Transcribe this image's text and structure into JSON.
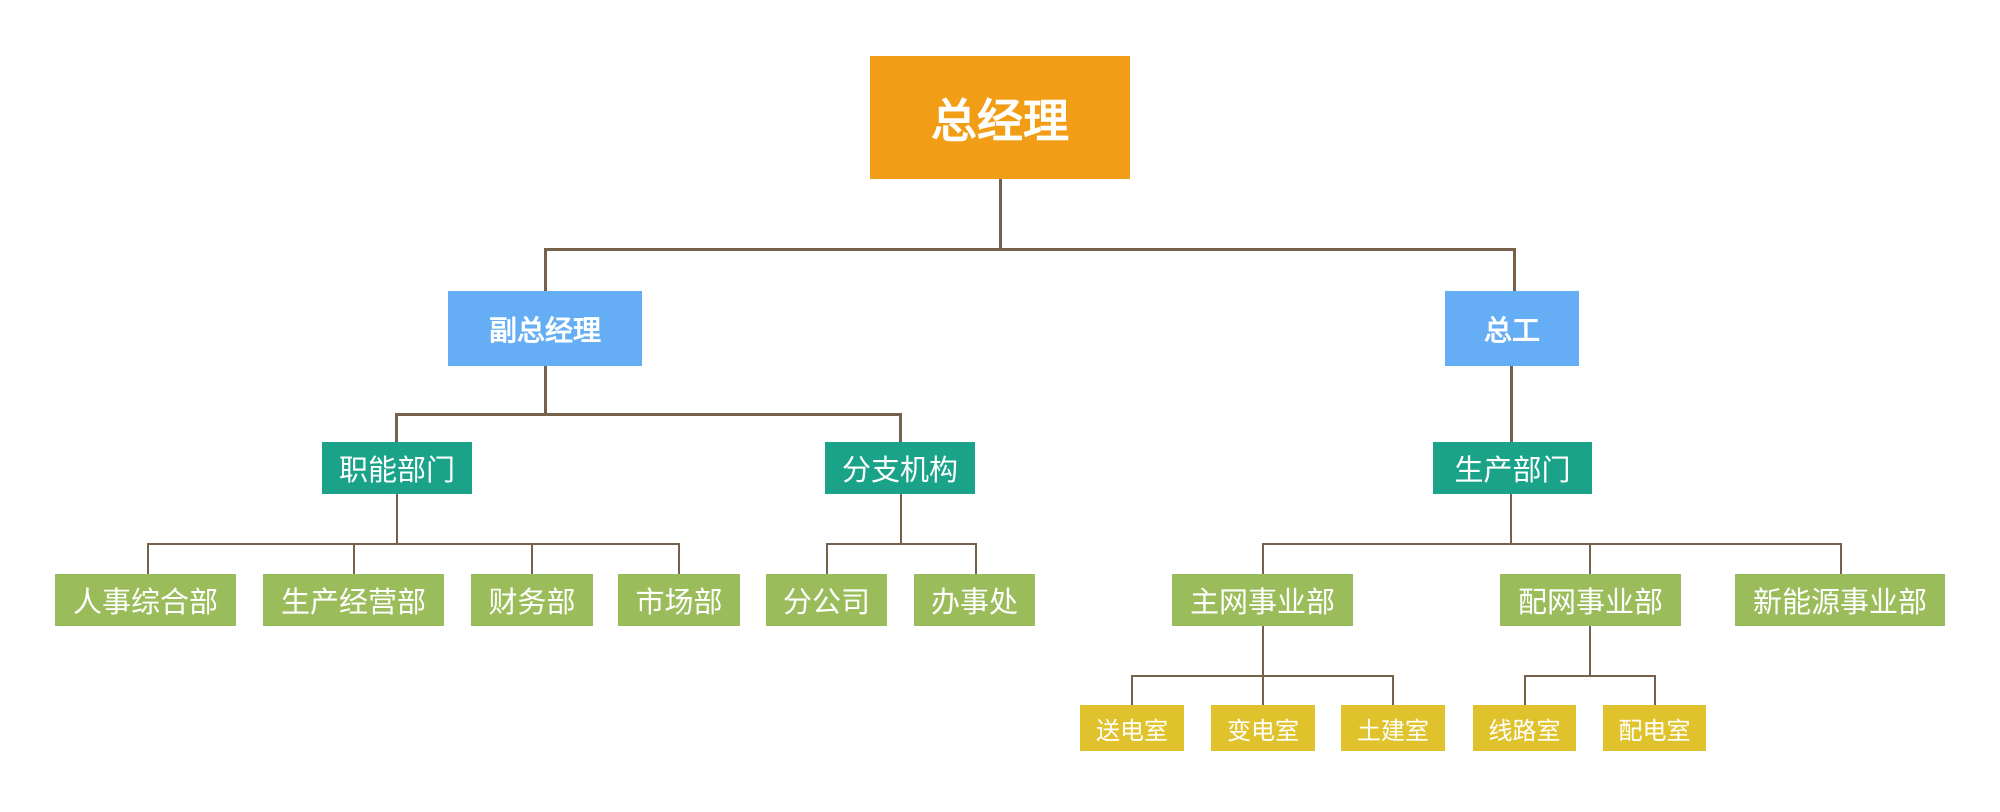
{
  "org": {
    "ceo": "总经理",
    "deputy": "副总经理",
    "chief_engineer": "总工",
    "functional": "职能部门",
    "branch": "分支机构",
    "production": "生产部门",
    "hr": "人事综合部",
    "ops": "生产经营部",
    "finance": "财务部",
    "market": "市场部",
    "subsidiary": "分公司",
    "office": "办事处",
    "main_grid": "主网事业部",
    "dist_grid": "配网事业部",
    "new_energy": "新能源事业部",
    "transmission": "送电室",
    "substation": "变电室",
    "civil": "土建室",
    "line_room": "线路室",
    "dist_room": "配电室"
  },
  "colors": {
    "ceo": "#f19e16",
    "vp": "#65aef5",
    "department": "#1aa389",
    "division": "#9bbc5b",
    "office": "#e0c32c",
    "connector": "#76614a"
  }
}
